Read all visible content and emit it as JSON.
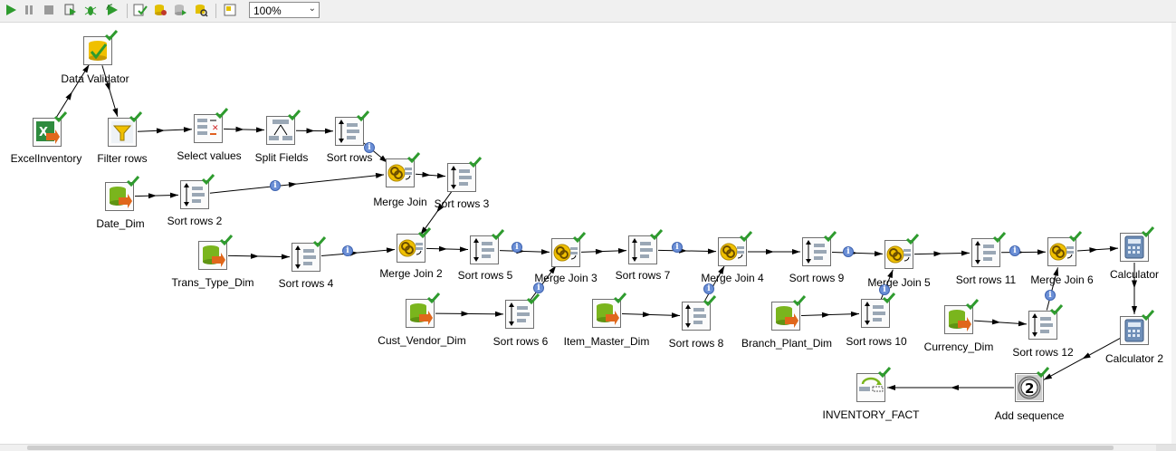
{
  "toolbar": {
    "zoom_value": "100%",
    "buttons": [
      {
        "name": "run-icon",
        "color": "#2e9b2e"
      },
      {
        "name": "pause-icon",
        "color": "#8a8a8a"
      },
      {
        "name": "stop-icon",
        "color": "#8a8a8a"
      },
      {
        "name": "preview-icon",
        "color": "#2e9b2e"
      },
      {
        "name": "debug-icon",
        "color": "#2e9b2e"
      },
      {
        "name": "replay-icon",
        "color": "#2e9b2e"
      },
      {
        "name": "verify-icon",
        "color": "#3b7d3b"
      },
      {
        "name": "impact-icon",
        "color": "#c9a000"
      },
      {
        "name": "sql-icon",
        "color": "#6f6f6f"
      },
      {
        "name": "explore-db-icon",
        "color": "#c9a000"
      },
      {
        "name": "show-results-icon",
        "color": "#c9a000"
      }
    ]
  },
  "steps": {
    "data_validator": "Data Validator",
    "excel_inventory": "ExcelInventory",
    "filter_rows": "Filter rows",
    "select_values": "Select values",
    "split_fields": "Split Fields",
    "sort_rows": "Sort rows",
    "date_dim": "Date_Dim",
    "sort_rows_2": "Sort rows 2",
    "merge_join": "Merge Join",
    "sort_rows_3": "Sort rows 3",
    "trans_type_dim": "Trans_Type_Dim",
    "sort_rows_4": "Sort rows 4",
    "merge_join_2": "Merge Join 2",
    "sort_rows_5": "Sort rows 5",
    "merge_join_3": "Merge Join 3",
    "sort_rows_7": "Sort rows 7",
    "merge_join_4": "Merge Join 4",
    "sort_rows_9": "Sort rows 9",
    "merge_join_5": "Merge Join 5",
    "sort_rows_11": "Sort rows 11",
    "merge_join_6": "Merge Join 6",
    "calculator": "Calculator",
    "cust_vendor_dim": "Cust_Vendor_Dim",
    "sort_rows_6": "Sort rows 6",
    "item_master_dim": "Item_Master_Dim",
    "sort_rows_8": "Sort rows 8",
    "branch_plant_dim": "Branch_Plant_Dim",
    "sort_rows_10": "Sort rows 10",
    "currency_dim": "Currency_Dim",
    "sort_rows_12": "Sort rows 12",
    "calculator_2": "Calculator 2",
    "inventory_fact": "INVENTORY_FACT",
    "add_sequence": "Add sequence"
  },
  "colors": {
    "canvas": "#ffffff",
    "hop": "#000000",
    "success_check": "#2e9b2e",
    "info_badge": "#6b8fd6",
    "db_icon": "#7ab51d",
    "input_arrow": "#e0671b"
  }
}
